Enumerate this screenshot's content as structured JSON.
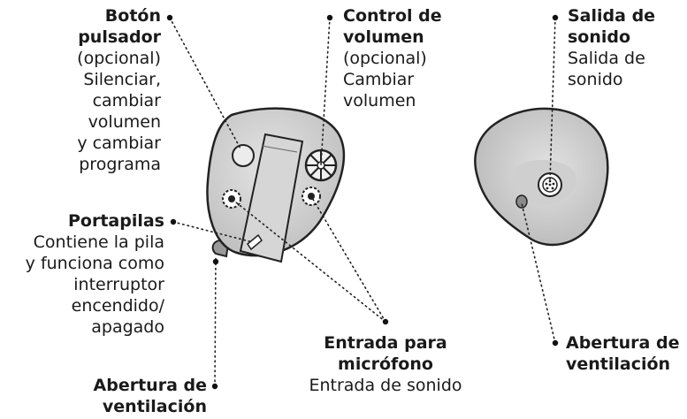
{
  "labels": {
    "push_button": {
      "title": [
        "Botón",
        "pulsador"
      ],
      "desc": [
        "(opcional)",
        "Silenciar,",
        "cambiar",
        "volumen",
        "y cambiar",
        "programa"
      ]
    },
    "volume_control": {
      "title": [
        "Control de",
        "volumen"
      ],
      "desc": [
        "(opcional)",
        "Cambiar",
        "volumen"
      ]
    },
    "sound_outlet": {
      "title": [
        "Salida de",
        "sonido"
      ],
      "desc": [
        "Salida de",
        "sonido"
      ]
    },
    "battery_drawer": {
      "title": [
        "Portapilas"
      ],
      "desc": [
        "Contiene la pila",
        "y funciona como",
        "interruptor",
        "encendido/",
        "apagado"
      ]
    },
    "microphone_inlet": {
      "title": [
        "Entrada para",
        "micrófono"
      ],
      "desc": [
        "Entrada de sonido"
      ]
    },
    "vent_left": {
      "title": [
        "Abertura de",
        "ventilación"
      ]
    },
    "vent_right": {
      "title": [
        "Abertura de",
        "ventilación"
      ]
    }
  },
  "colors": {
    "device_fill": "#d2d2d2",
    "outline": "#222222",
    "leader": "#222222"
  }
}
